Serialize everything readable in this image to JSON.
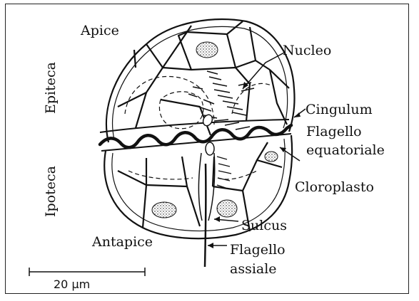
{
  "labels": {
    "apice": "Apice",
    "epiteca": "Epiteca",
    "ipoteca": "Ipoteca",
    "antapice": "Antapice",
    "nucleo": "Nucleo",
    "cingulum": "Cingulum",
    "flagello_eq_1": "Flagello",
    "flagello_eq_2": "equatoriale",
    "cloroplasto": "Cloroplasto",
    "sulcus": "Sulcus",
    "flagello_as_1": "Flagello",
    "flagello_as_2": "assiale"
  },
  "scale_bar": {
    "label": "20 μm"
  },
  "colors": {
    "ink": "#111111",
    "background": "#ffffff"
  }
}
